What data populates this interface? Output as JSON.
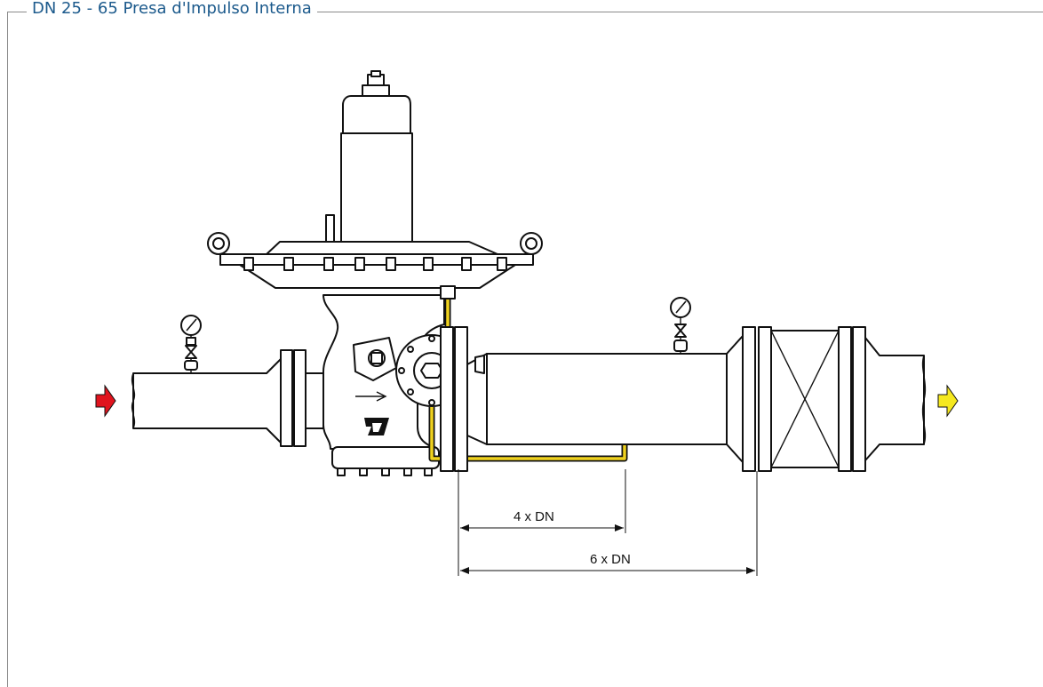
{
  "title": "DN 25 - 65 Presa d'Impulso Interna",
  "dimensions": {
    "short_label": "4 x DN",
    "long_label": "6 x DN"
  },
  "colors": {
    "frame_title": "#1c5a8c",
    "inlet_arrow": "#e0141e",
    "outlet_arrow": "#f5e81e",
    "impulse_line": "#f0d21e",
    "frame_line": "#8a8a8a"
  },
  "icons": {
    "inlet": "arrow-right-icon",
    "outlet": "arrow-right-icon",
    "gauge": "pressure-gauge-icon",
    "logo": "manufacturer-logo-icon"
  }
}
